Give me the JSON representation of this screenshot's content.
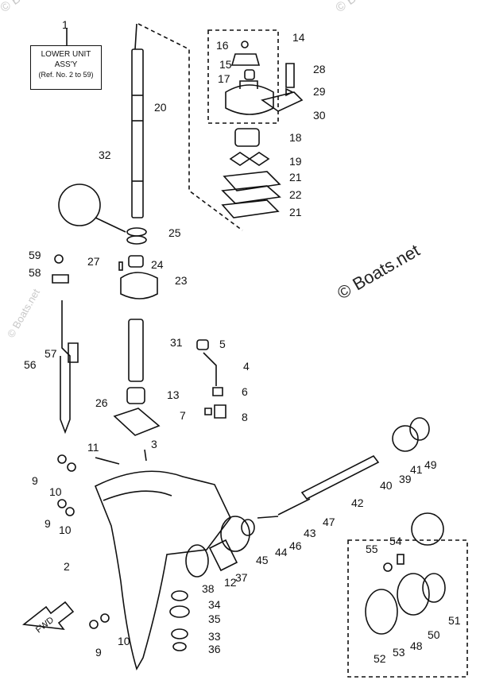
{
  "watermark": "© Boats.net",
  "brand": "© Boats.net",
  "label_box": {
    "line1": "LOWER UNIT",
    "line2": "ASS'Y",
    "line3": "(Ref. No. 2 to 59)"
  },
  "fwd_label": "FWD",
  "callouts": {
    "n1": "1",
    "n2": "2",
    "n3": "3",
    "n4": "4",
    "n5": "5",
    "n6": "6",
    "n7": "7",
    "n8": "8",
    "n9a": "9",
    "n9b": "9",
    "n9c": "9",
    "n10a": "10",
    "n10b": "10",
    "n10c": "10",
    "n11": "11",
    "n12": "12",
    "n13": "13",
    "n14": "14",
    "n15": "15",
    "n16": "16",
    "n17": "17",
    "n18": "18",
    "n19": "19",
    "n20": "20",
    "n21a": "21",
    "n21b": "21",
    "n22": "22",
    "n23": "23",
    "n24": "24",
    "n25": "25",
    "n26": "26",
    "n27": "27",
    "n28": "28",
    "n29": "29",
    "n30": "30",
    "n31": "31",
    "n32": "32",
    "n33": "33",
    "n34": "34",
    "n35": "35",
    "n36": "36",
    "n37": "37",
    "n38": "38",
    "n39": "39",
    "n40": "40",
    "n41": "41",
    "n42": "42",
    "n43": "43",
    "n44": "44",
    "n45": "45",
    "n46": "46",
    "n47": "47",
    "n48": "48",
    "n49": "49",
    "n50": "50",
    "n51": "51",
    "n52": "52",
    "n53": "53",
    "n54": "54",
    "n55": "55",
    "n56": "56",
    "n57": "57",
    "n58": "58",
    "n59": "59"
  }
}
